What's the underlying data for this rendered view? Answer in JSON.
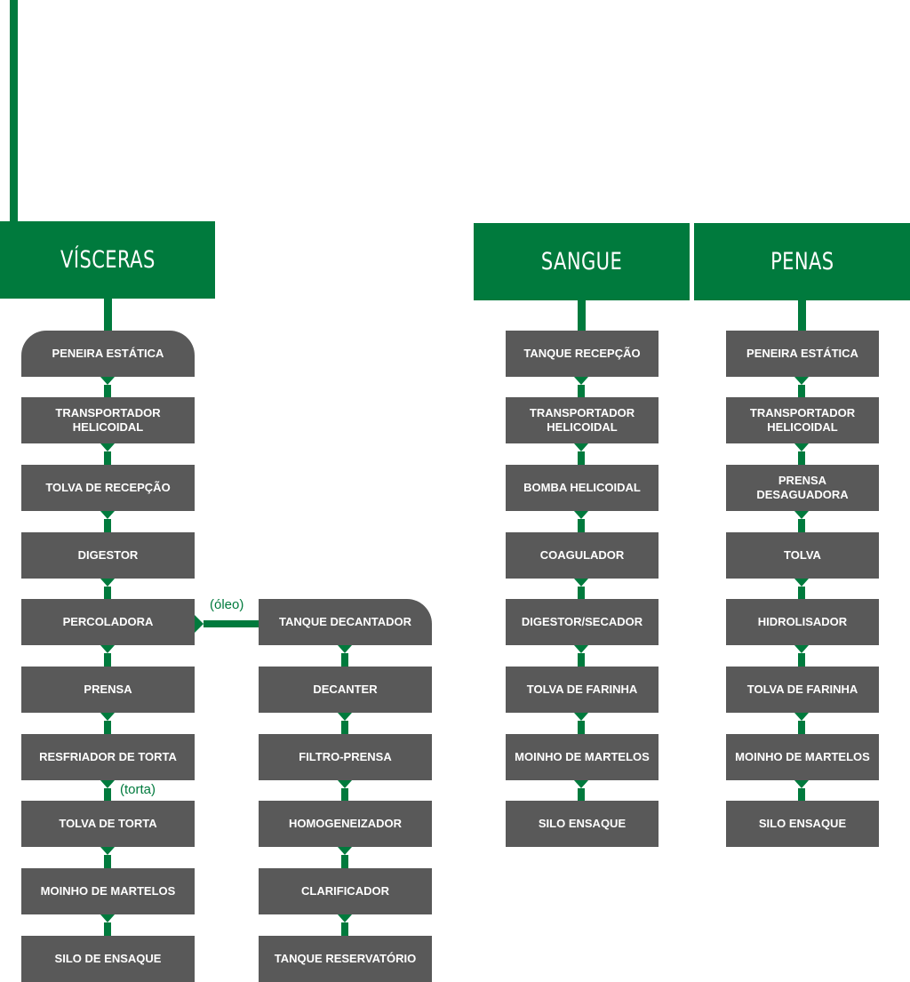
{
  "headers": {
    "visceras": "VÍSCERAS",
    "sangue": "SANGUE",
    "penas": "PENAS"
  },
  "visceras": [
    "PENEIRA ESTÁTICA",
    "TRANSPORTADOR\nHELICOIDAL",
    "TOLVA DE RECEPÇÃO",
    "DIGESTOR",
    "PERCOLADORA",
    "PRENSA",
    "RESFRIADOR DE TORTA",
    "TOLVA DE TORTA",
    "MOINHO DE MARTELOS",
    "SILO DE ENSAQUE"
  ],
  "oleo": [
    "TANQUE DECANTADOR",
    "DECANTER",
    "FILTRO-PRENSA",
    "HOMOGENEIZADOR",
    "CLARIFICADOR",
    "TANQUE RESERVATÓRIO"
  ],
  "sangue": [
    "TANQUE RECEPÇÃO",
    "TRANSPORTADOR\nHELICOIDAL",
    "BOMBA HELICOIDAL",
    "COAGULADOR",
    "DIGESTOR/SECADOR",
    "TOLVA DE FARINHA",
    "MOINHO DE MARTELOS",
    "SILO ENSAQUE"
  ],
  "penas": [
    "PENEIRA ESTÁTICA",
    "TRANSPORTADOR\nHELICOIDAL",
    "PRENSA\nDESAGUADORA",
    "TOLVA",
    "HIDROLISADOR",
    "TOLVA DE FARINHA",
    "MOINHO DE MARTELOS",
    "SILO ENSAQUE"
  ],
  "notes": {
    "oleo": "(óleo)",
    "torta": "(torta)"
  },
  "colors": {
    "green": "#007a3d",
    "box": "#595959"
  }
}
